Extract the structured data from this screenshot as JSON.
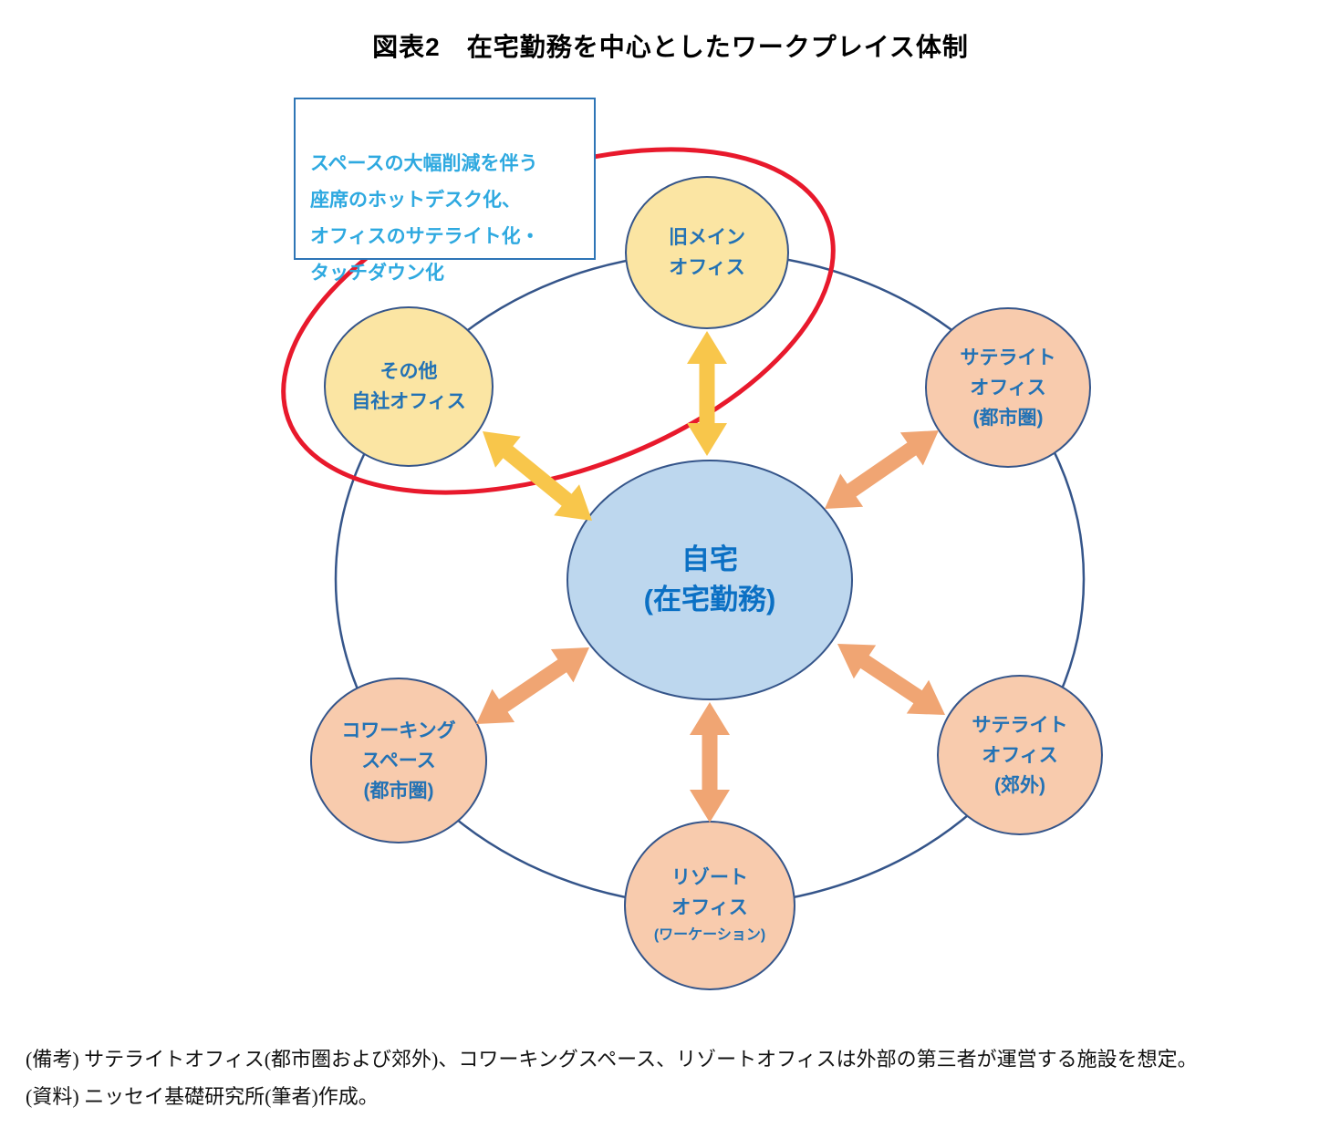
{
  "title": "図表2　在宅勤務を中心としたワークプレイス体制",
  "annotation_box": {
    "text": "スペースの大幅削減を伴う\n座席のホットデスク化、\nオフィスのサテライト化・\nタッチダウン化"
  },
  "center_node": {
    "id": "home",
    "lines": [
      "自宅",
      "(在宅勤務)"
    ]
  },
  "nodes": [
    {
      "id": "old-main-office",
      "lines": [
        "旧メイン",
        "オフィス"
      ],
      "type": "own"
    },
    {
      "id": "other-own-office",
      "lines": [
        "その他",
        "自社オフィス"
      ],
      "type": "own"
    },
    {
      "id": "satellite-office-urban",
      "lines": [
        "サテライト",
        "オフィス",
        "(都市圏)"
      ],
      "type": "external"
    },
    {
      "id": "satellite-office-suburban",
      "lines": [
        "サテライト",
        "オフィス",
        "(郊外)"
      ],
      "type": "external"
    },
    {
      "id": "resort-office",
      "lines": [
        "リゾート",
        "オフィス",
        "(ワーケーション)"
      ],
      "type": "external",
      "small_last_line": true
    },
    {
      "id": "coworking-space",
      "lines": [
        "コワーキング",
        "スペース",
        "(都市圏)"
      ],
      "type": "external"
    }
  ],
  "notes": [
    "(備考) サテライトオフィス(都市圏および郊外)、コワーキングスペース、リゾートオフィスは外部の第三者が運営する施設を想定。",
    "(資料) ニッセイ基礎研究所(筆者)作成。"
  ],
  "colors": {
    "own_office_fill": "#FBE5A3",
    "external_office_fill": "#F8CBAD",
    "home_fill": "#BDD7EE",
    "node_border": "#35558A",
    "own_arrow": "#F8C64B",
    "external_arrow": "#F0A573",
    "highlight_ellipse": "#E8192C",
    "orbit_ellipse": "#35558A",
    "node_label": "#2272B5",
    "home_label": "#0B70C4",
    "annotation_text": "#2EA9E0",
    "annotation_border": "#2E75B6"
  }
}
